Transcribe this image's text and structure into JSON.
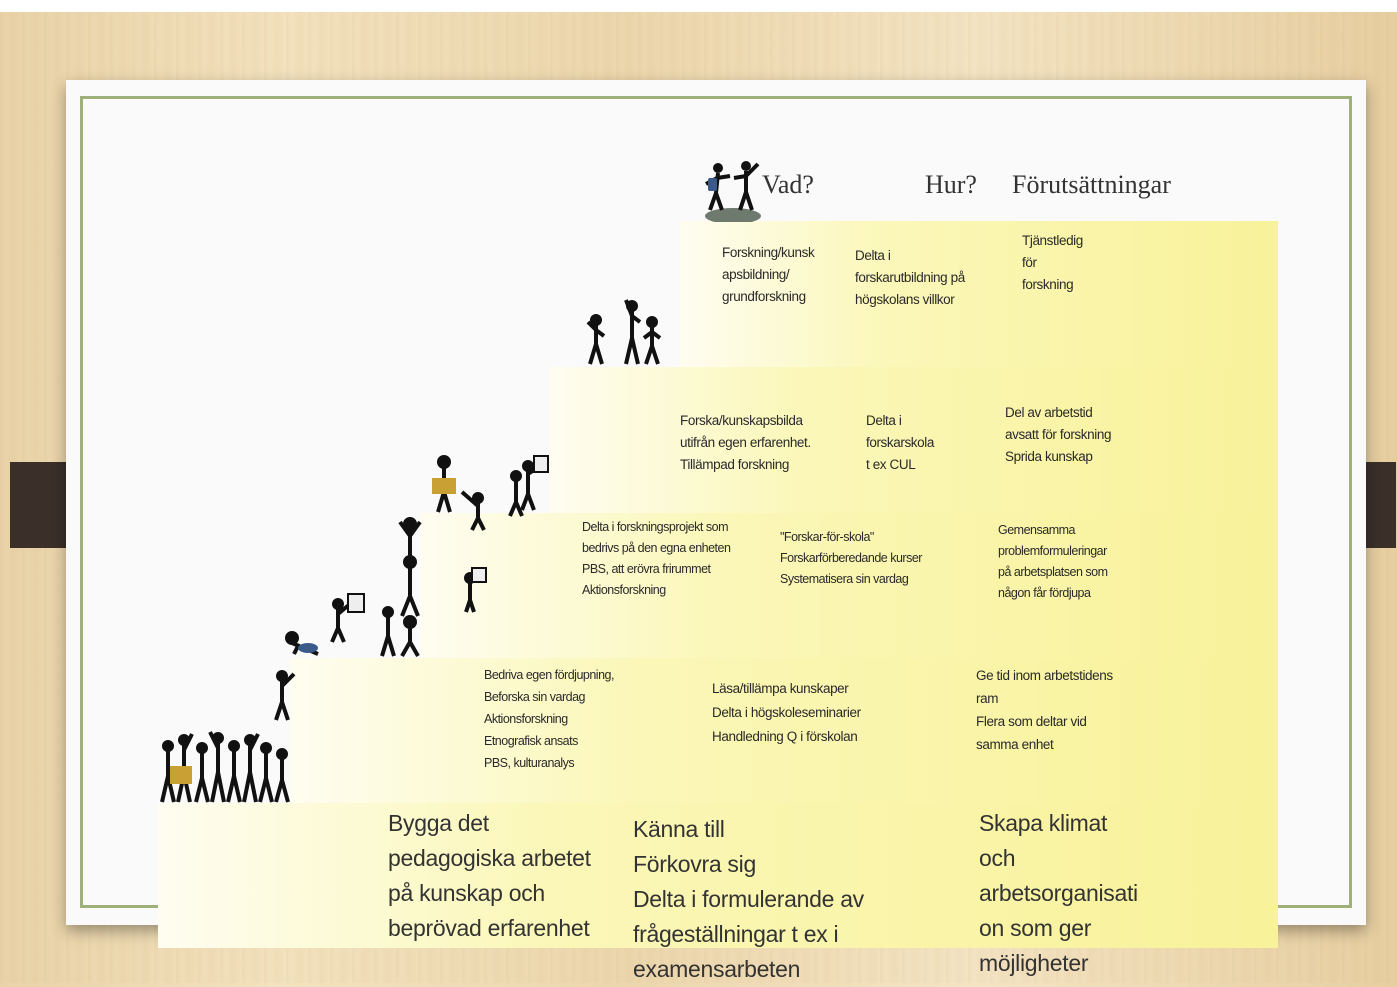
{
  "headers": {
    "what": "Vad?",
    "how": "Hur?",
    "conditions": "Förutsättningar"
  },
  "steps": [
    {
      "level": 5,
      "what": "Forskning/kunsk\napsbildning/\ngrundforskning",
      "how": "Delta i\nforskarutbildning på\nhögskolans villkor",
      "conditions": "Tjänstledig\nför\nforskning"
    },
    {
      "level": 4,
      "what": "Forska/kunskapsbilda\nutifrån egen erfarenhet.\nTillämpad forskning",
      "how": "Delta i\nforskarskola\nt ex CUL",
      "conditions": "Del av arbetstid\navsatt för forskning\nSprida kunskap"
    },
    {
      "level": 3,
      "what": "Delta i forskningsprojekt som\nbedrivs på den egna enheten\nPBS, att erövra frirummet\nAktionsforskning",
      "how": "\"Forskar-för-skola\"\nForskarförberedande kurser\nSystematisera sin vardag",
      "conditions": "Gemensamma\nproblemformuleringar\npå arbetsplatsen som\nnågon får fördjupa"
    },
    {
      "level": 2,
      "what": "Bedriva egen fördjupning,\nBeforska sin vardag\nAktionsforskning\nEtnografisk ansats\nPBS, kulturanalys",
      "how": "Läsa/tillämpa kunskaper\nDelta i högskoleseminarier\nHandledning Q i förskolan",
      "conditions": "Ge tid inom arbetstidens\nram\nFlera som deltar vid\nsamma enhet"
    },
    {
      "level": 1,
      "what": "Bygga det\npedagogiska arbetet\npå kunskap och\nbeprövad erfarenhet",
      "how": "Känna till\nFörkovra sig\nDelta i formulerande av\nfrågeställningar t ex i\nexamensarbeten",
      "conditions": "Skapa klimat\noch\narbetsorganisati\non som ger\nmöjligheter"
    }
  ],
  "icons": {
    "figures": "climbing-people-icon",
    "summit": "summit-people-icon"
  },
  "colors": {
    "step_fill": "#f8f29a",
    "slide_border": "#9fb17a",
    "tab": "#3a2f29"
  }
}
